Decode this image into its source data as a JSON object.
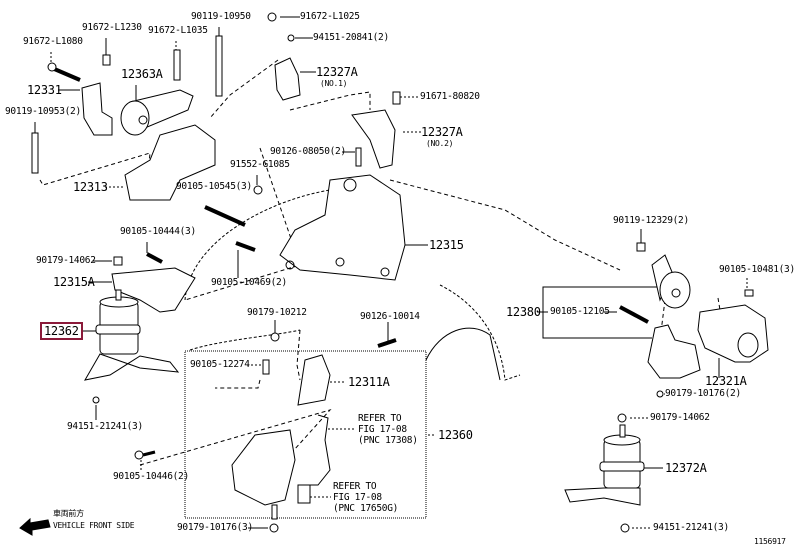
{
  "diagram": {
    "labels": {
      "p91672L1230": "91672-L1230",
      "p91672L1080": "91672-L1080",
      "p90119_10950": "90119-10950",
      "p91672L1035": "91672-L1035",
      "p91672L1025": "91672-L1025",
      "p94151_20841": "94151-20841(2)",
      "p12327A_1": "12327A",
      "no1": "(NO.1)",
      "p12363A": "12363A",
      "p12331": "12331",
      "p90119_10953": "90119-10953(2)",
      "p91671_80820": "91671-80820",
      "p12327A_2": "12327A",
      "no2": "(NO.2)",
      "p90126_08050": "90126-08050(2)",
      "p91552_G1085": "91552-G1085",
      "p12313": "12313",
      "p90105_10545": "90105-10545(3)",
      "p90105_10444": "90105-10444(3)",
      "p90179_14062_l": "90179-14062",
      "p12315": "12315",
      "p12315A": "12315A",
      "p90105_10469": "90105-10469(2)",
      "p12362": "12362",
      "p90179_10212": "90179-10212",
      "p90126_10014": "90126-10014",
      "p90105_12274": "90105-12274",
      "p12311A": "12311A",
      "p94151_21241_l": "94151-21241(3)",
      "p90105_10446": "90105-10446(2)",
      "p12360": "12360",
      "p90179_10176_3": "90179-10176(3)",
      "p90119_12329": "90119-12329(2)",
      "p90105_10481": "90105-10481(3)",
      "p12380": "12380",
      "p90105_12105": "90105-12105",
      "p12321A": "12321A",
      "p90179_10176_2": "90179-10176(2)",
      "p90179_14062_r": "90179-14062",
      "p12372A": "12372A",
      "p94151_21241_r": "94151-21241(3)"
    },
    "refer1": {
      "line1": "REFER TO",
      "line2": "FIG 17-08",
      "line3": "(PNC 17308)"
    },
    "refer2": {
      "line1": "REFER TO",
      "line2": "FIG 17-08",
      "line3": "(PNC 17650G)"
    },
    "front": {
      "jp": "車両前方",
      "en": "VEHICLE FRONT SIDE"
    },
    "figure_id": "1156917",
    "highlight_color": "#8b1a3a"
  }
}
